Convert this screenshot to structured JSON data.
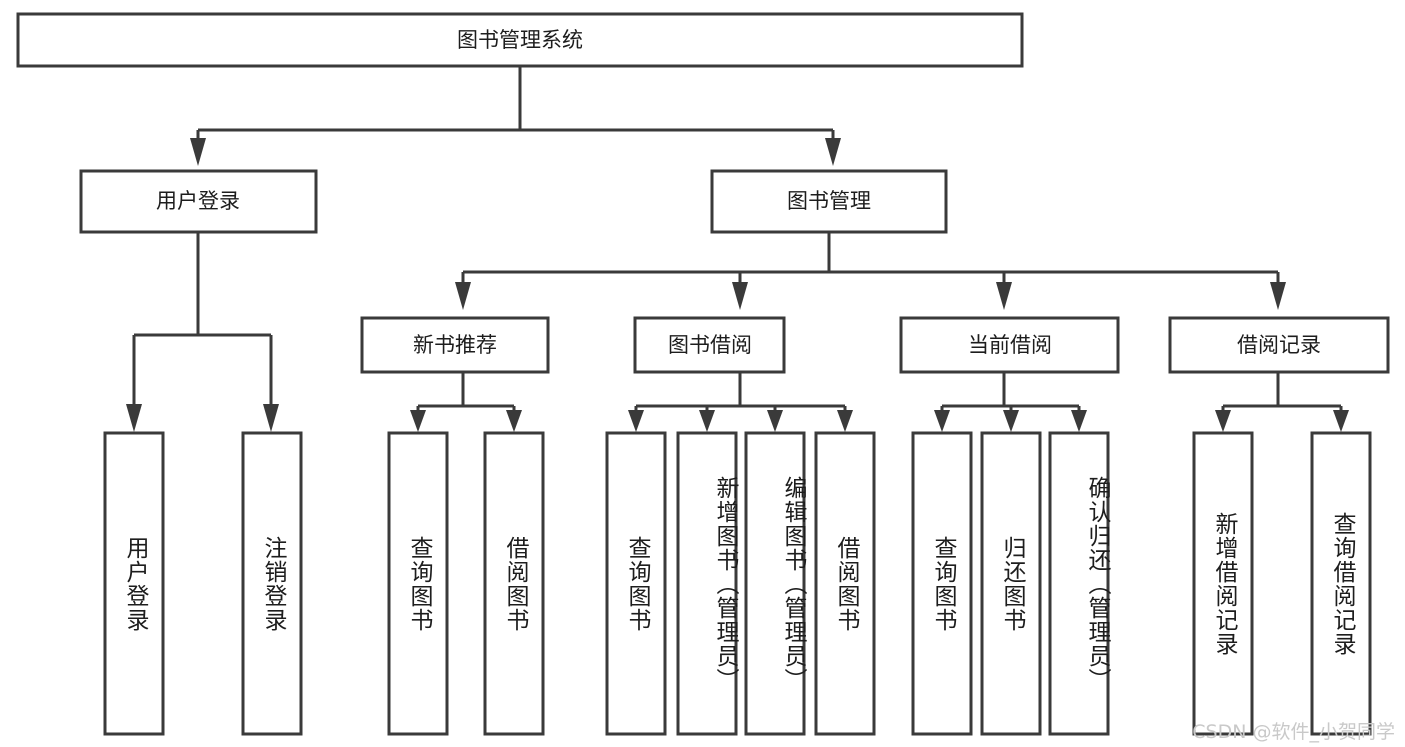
{
  "diagram": {
    "type": "tree-hierarchy-chart",
    "title": "图书管理系统",
    "root": {
      "id": "root",
      "label": "图书管理系统",
      "orientation": "horizontal"
    },
    "level2": [
      {
        "id": "user-login",
        "label": "用户登录",
        "orientation": "horizontal"
      },
      {
        "id": "book-manage",
        "label": "图书管理",
        "orientation": "horizontal"
      }
    ],
    "level3": [
      {
        "id": "new-book-recommend",
        "label": "新书推荐",
        "parent": "book-manage",
        "orientation": "horizontal"
      },
      {
        "id": "book-borrow",
        "label": "图书借阅",
        "parent": "book-manage",
        "orientation": "horizontal"
      },
      {
        "id": "current-borrow",
        "label": "当前借阅",
        "parent": "book-manage",
        "orientation": "horizontal"
      },
      {
        "id": "borrow-record",
        "label": "借阅记录",
        "parent": "book-manage",
        "orientation": "horizontal"
      }
    ],
    "leaves": [
      {
        "id": "leaf-user-login",
        "label": "用户登录",
        "parent": "user-login",
        "orientation": "vertical"
      },
      {
        "id": "leaf-logout-login",
        "label": "注销登录",
        "parent": "user-login",
        "orientation": "vertical"
      },
      {
        "id": "leaf-query-book-1",
        "label": "查询图书",
        "parent": "new-book-recommend",
        "orientation": "vertical"
      },
      {
        "id": "leaf-borrow-book-1",
        "label": "借阅图书",
        "parent": "new-book-recommend",
        "orientation": "vertical"
      },
      {
        "id": "leaf-query-book-2",
        "label": "查询图书",
        "parent": "book-borrow",
        "orientation": "vertical"
      },
      {
        "id": "leaf-add-book",
        "label": "新增图书（管理员）",
        "parent": "book-borrow",
        "orientation": "vertical"
      },
      {
        "id": "leaf-edit-book",
        "label": "编辑图书（管理员）",
        "parent": "book-borrow",
        "orientation": "vertical"
      },
      {
        "id": "leaf-borrow-book-2",
        "label": "借阅图书",
        "parent": "book-borrow",
        "orientation": "vertical"
      },
      {
        "id": "leaf-query-book-3",
        "label": "查询图书",
        "parent": "current-borrow",
        "orientation": "vertical"
      },
      {
        "id": "leaf-return-book",
        "label": "归还图书",
        "parent": "current-borrow",
        "orientation": "vertical"
      },
      {
        "id": "leaf-confirm-return",
        "label": "确认归还（管理员）",
        "parent": "current-borrow",
        "orientation": "vertical"
      },
      {
        "id": "leaf-add-record",
        "label": "新增借阅记录",
        "parent": "borrow-record",
        "orientation": "vertical"
      },
      {
        "id": "leaf-query-record",
        "label": "查询借阅记录",
        "parent": "borrow-record",
        "orientation": "vertical"
      }
    ],
    "watermark": "CSDN @软件_小贺同学",
    "colors": {
      "box_stroke": "#3a3a3a",
      "box_fill": "#ffffff",
      "text": "#1d1d1d",
      "background": "#ffffff",
      "watermark": "#c9c9c9"
    }
  }
}
